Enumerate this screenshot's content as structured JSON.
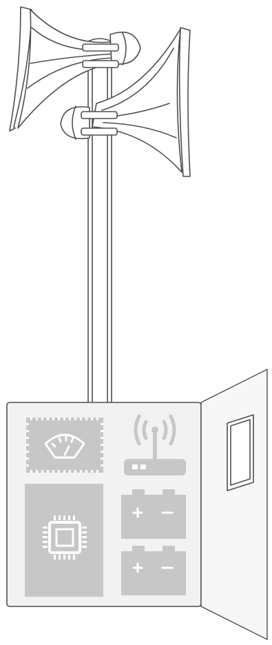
{
  "scene": {
    "components": [
      {
        "name": "siren-horn-left",
        "icon": "horn-speaker-icon"
      },
      {
        "name": "siren-horn-right",
        "icon": "horn-speaker-icon"
      },
      {
        "name": "mast-pole",
        "icon": "pole-icon"
      },
      {
        "name": "control-cabinet",
        "icon": "cabinet-icon"
      },
      {
        "name": "controller-module",
        "icon": "gauge-icon"
      },
      {
        "name": "wireless-router-module",
        "icon": "router-antenna-icon"
      },
      {
        "name": "cpu-module",
        "icon": "microchip-icon"
      },
      {
        "name": "battery-module-1",
        "icon": "battery-icon"
      },
      {
        "name": "battery-module-2",
        "icon": "battery-icon"
      }
    ],
    "colors": {
      "outline": "#4d4d4d",
      "panel_gray": "#c7c7c7",
      "cabinet_fill": "#f2f2f2",
      "icon_white": "#ffffff"
    }
  }
}
